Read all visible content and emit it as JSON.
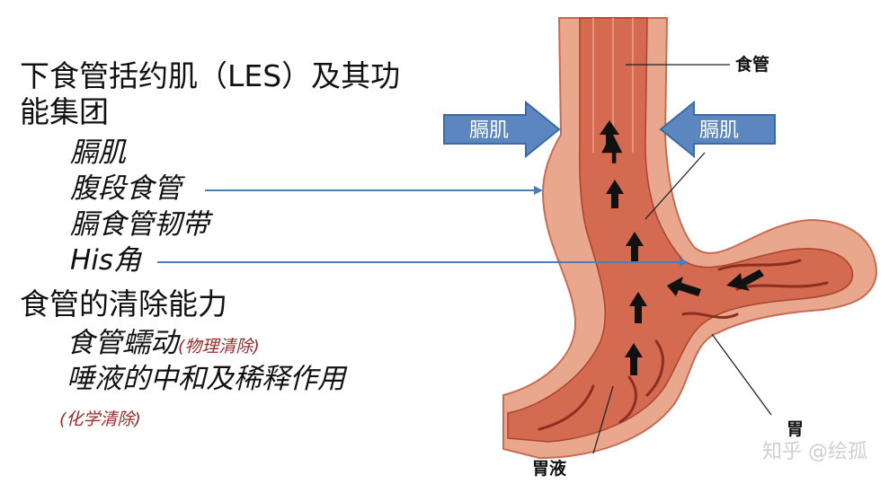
{
  "left_text": {
    "line1": "下食管括约肌（LES）及其功",
    "line2": "能集团",
    "items": [
      "膈肌",
      "腹段食管",
      "膈食管韧带",
      "His角"
    ],
    "clear_title": "食管的清除能力",
    "peristalsis": "食管蠕动",
    "peristalsis_note": "(物理清除)",
    "saliva": "唾液的中和及稀释作用",
    "saliva_note": "(化学清除)"
  },
  "labels": {
    "esophagus": "食管",
    "diaphragm_left": "膈肌",
    "diaphragm_right": "膈肌",
    "stomach": "胃",
    "gastric_juice": "胃液"
  },
  "watermark": "知乎 @绘孤",
  "colors": {
    "diaphragm_arrow": "#5b86bf",
    "pointer_line": "#4f7bb8",
    "tissue_outer": "#e7a58a",
    "tissue_inner": "#c85b3c",
    "lumen": "#d9745a"
  }
}
